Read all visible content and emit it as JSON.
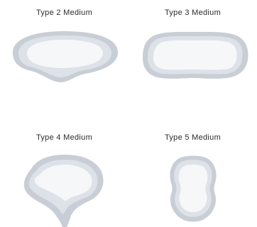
{
  "cushions": [
    {
      "title": "Type 2 Medium",
      "icon": "type-2-cushion-outline-icon"
    },
    {
      "title": "Type 3 Medium",
      "icon": "type-3-cushion-outline-icon"
    },
    {
      "title": "Type 4 Medium",
      "icon": "type-4-cushion-outline-icon"
    },
    {
      "title": "Type 5 Medium",
      "icon": "type-5-cushion-outline-icon"
    }
  ],
  "colors": {
    "outer": "#c9ced6",
    "middle": "#dde1e8",
    "inner": "#f6f7f9",
    "title": "#2b2b2b"
  }
}
